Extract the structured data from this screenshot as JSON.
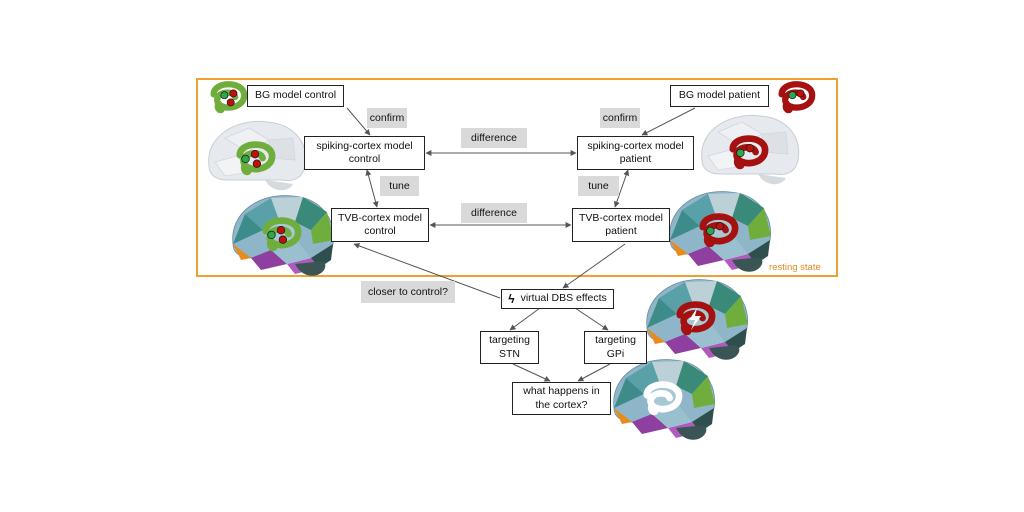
{
  "colors": {
    "frame": "#f0a030",
    "control_green": "#6fae3c",
    "patient_red": "#a51010",
    "connector": "#555555",
    "label_bg": "#d9d9d9"
  },
  "nodes": {
    "bg_control": "BG model control",
    "bg_patient": "BG model patient",
    "spiking_control": "spiking-cortex model\ncontrol",
    "spiking_patient": "spiking-cortex model\npatient",
    "tvb_control": "TVB-cortex model\ncontrol",
    "tvb_patient": "TVB-cortex model\npatient",
    "virtual_dbs": "virtual DBS effects",
    "targeting_stn": "targeting\nSTN",
    "targeting_gpi": "targeting\nGPi",
    "cortex_question": "what happens in\nthe cortex?"
  },
  "edge_labels": {
    "confirm_left": "confirm",
    "confirm_right": "confirm",
    "difference_top": "difference",
    "difference_bottom": "difference",
    "tune_left": "tune",
    "tune_right": "tune",
    "closer_to_control": "closer to control?"
  },
  "frame_label": "resting state",
  "icons": {
    "dbs": "lightning-bolt-icon",
    "brains": [
      "basal-ganglia-icon",
      "brain-icon",
      "parcellated-brain-icon"
    ]
  }
}
